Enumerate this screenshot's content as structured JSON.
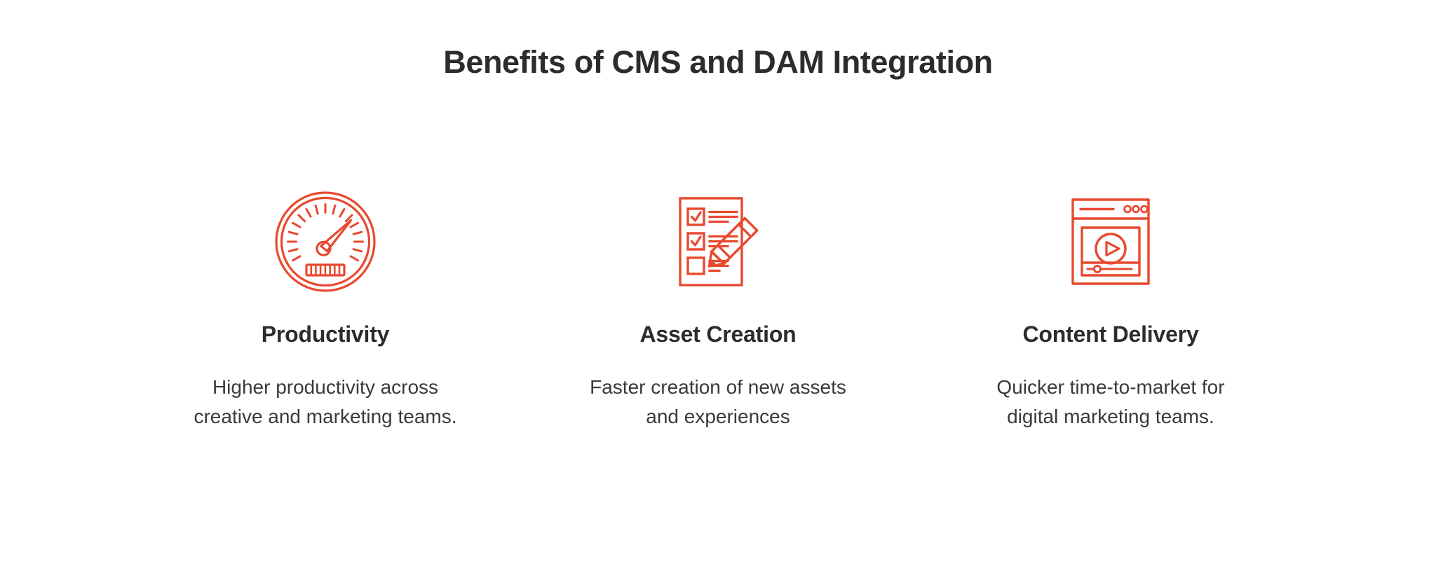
{
  "header": {
    "title": "Benefits of CMS and DAM Integration"
  },
  "theme": {
    "accent": "#e8492f",
    "title_color": "#2c2c2e",
    "body_color": "#3a3a3c",
    "background": "#ffffff"
  },
  "columns": [
    {
      "icon": "speedometer-icon",
      "title": "Productivity",
      "description": "Higher productivity across\ncreative and marketing teams."
    },
    {
      "icon": "checklist-pencil-icon",
      "title": "Asset Creation",
      "description": "Faster creation of new assets\nand experiences"
    },
    {
      "icon": "browser-video-player-icon",
      "title": "Content Delivery",
      "description": "Quicker time-to-market for\ndigital marketing teams."
    }
  ]
}
